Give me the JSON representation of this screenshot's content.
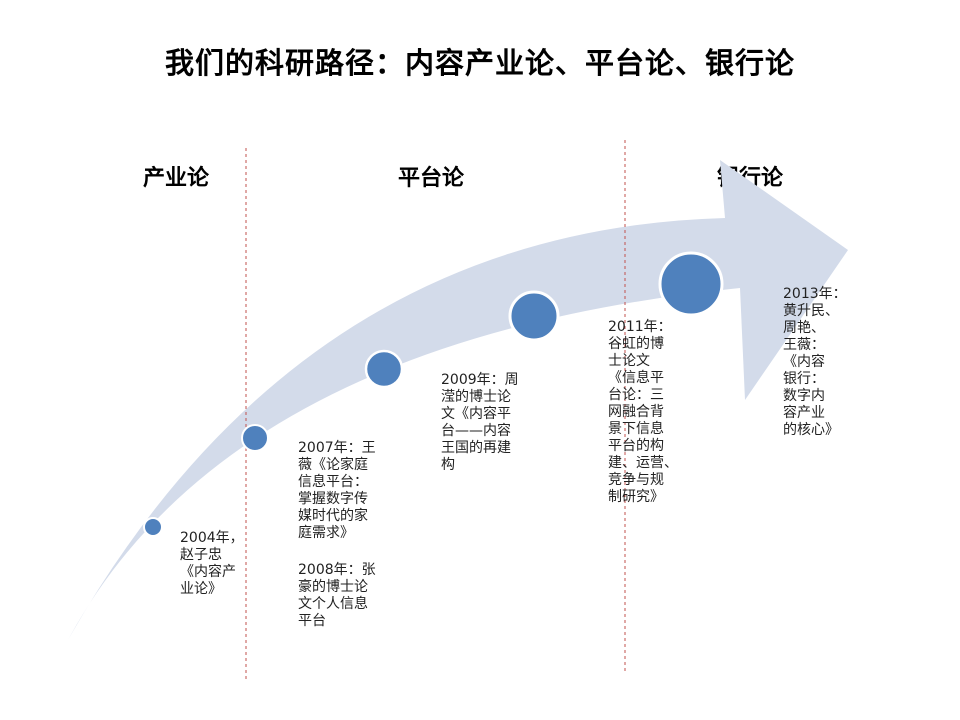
{
  "title": "我们的科研路径：内容产业论、平台论、银行论",
  "phases": [
    "产业论",
    "平台论",
    "银行论"
  ],
  "milestones": [
    "2004年，\n赵子忠\n《内容产\n业论》",
    "2007年：王\n薇《论家庭\n信息平台：\n掌握数字传\n媒时代的家\n庭需求》",
    "2008年：张\n豪的博士论\n文个人信息\n平台",
    "2009年：周\n滢的博士论\n文《内容平\n台——内容\n王国的再建\n构",
    "2011年：\n谷虹的博\n士论文\n《信息平\n台论：三\n网融合背\n景下信息\n平台的构\n建、运营、\n竞争与规\n制研究》",
    "2013年：\n黄升民、\n周艳、\n王薇：\n《内容\n银行：\n数字内\n容产业\n的核心》"
  ],
  "colors": {
    "arrow": "#d3dbea",
    "node_fill": "#4f81bd",
    "node_stroke": "#ffffff",
    "divider": "#c0504d"
  }
}
